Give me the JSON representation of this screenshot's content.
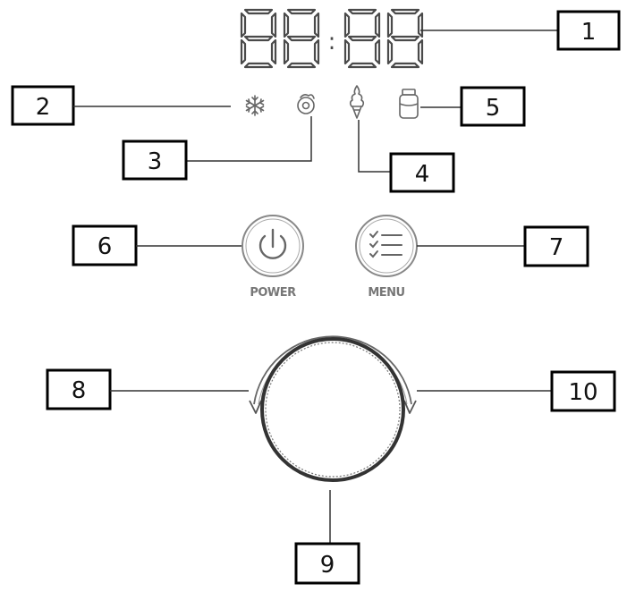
{
  "panel": {
    "display": {
      "colon": ":"
    },
    "power_label": "POWER",
    "menu_label": "MENU"
  },
  "callouts": [
    "1",
    "2",
    "3",
    "4",
    "5",
    "6",
    "7",
    "8",
    "9",
    "10"
  ],
  "icons": {
    "seven_segment_display": "seven-segment-display-icon",
    "freeze": "snowflake-icon",
    "sorbet": "sorbet-icon",
    "ice_cream": "ice-cream-cone-icon",
    "jar": "jar-icon",
    "power": "power-icon",
    "menu": "menu-list-icon",
    "knob": "rotary-knob-icon"
  },
  "colors": {
    "ink": "#111111",
    "icon": "#555555",
    "label": "#777777",
    "segment": "#4a4a4a"
  }
}
